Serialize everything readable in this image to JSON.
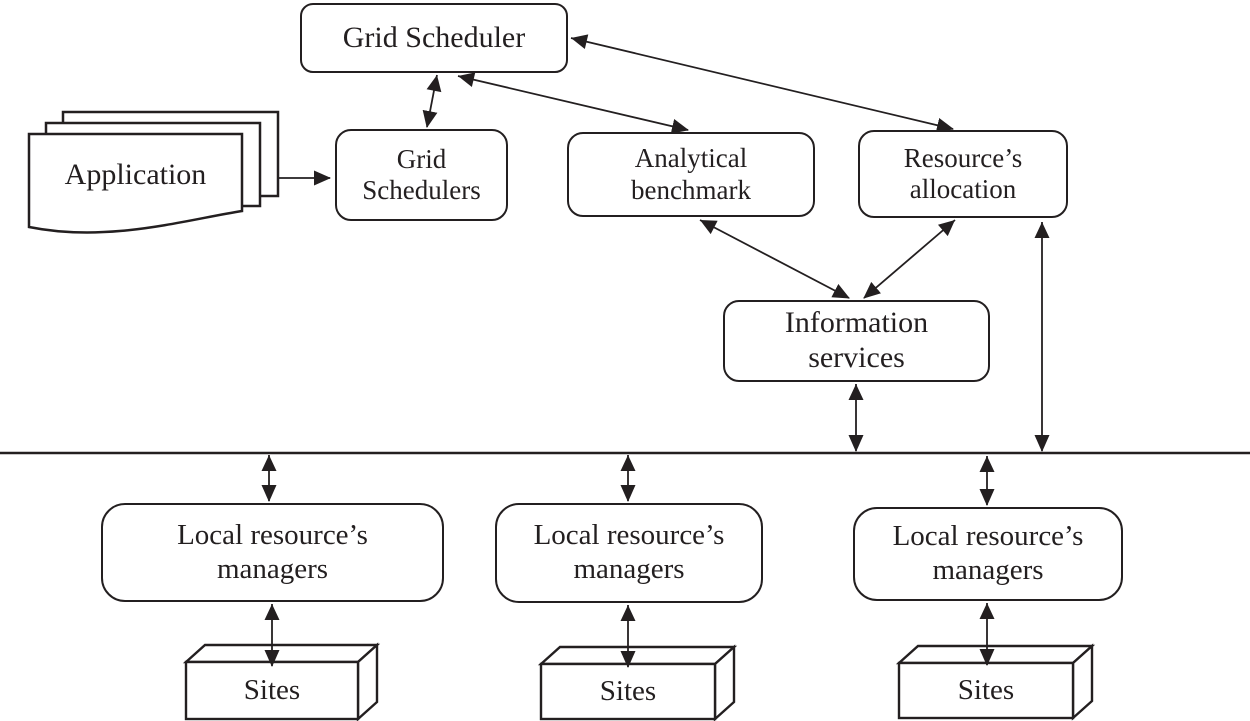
{
  "diagram": {
    "background": "#ffffff",
    "stroke_color": "#231f20",
    "nodes": {
      "grid_scheduler": {
        "label": "Grid Scheduler",
        "shape": "rounded-rectangle"
      },
      "application": {
        "label": "Application",
        "shape": "document-stack"
      },
      "grid_schedulers": {
        "label": "Grid Schedulers",
        "shape": "rounded-rectangle"
      },
      "analytical_benchmark": {
        "label": "Analytical benchmark",
        "shape": "rounded-rectangle"
      },
      "resources_allocation": {
        "label": "Resource’s allocation",
        "shape": "rounded-rectangle"
      },
      "information_services": {
        "label": "Information services",
        "shape": "rounded-rectangle"
      },
      "network_bus": {
        "label": "",
        "shape": "horizontal-line"
      },
      "local_resources_managers_1": {
        "label": "Local resource’s managers",
        "shape": "rounded-rectangle"
      },
      "local_resources_managers_2": {
        "label": "Local resource’s managers",
        "shape": "rounded-rectangle"
      },
      "local_resources_managers_3": {
        "label": "Local resource’s managers",
        "shape": "rounded-rectangle"
      },
      "sites_1": {
        "label": "Sites",
        "shape": "cuboid"
      },
      "sites_2": {
        "label": "Sites",
        "shape": "cuboid"
      },
      "sites_3": {
        "label": "Sites",
        "shape": "cuboid"
      }
    },
    "edges": [
      {
        "from": "application",
        "to": "grid_schedulers",
        "arrows": "one-way"
      },
      {
        "from": "grid_scheduler",
        "to": "grid_schedulers",
        "arrows": "two-way"
      },
      {
        "from": "grid_scheduler",
        "to": "analytical_benchmark",
        "arrows": "two-way"
      },
      {
        "from": "grid_scheduler",
        "to": "resources_allocation",
        "arrows": "two-way"
      },
      {
        "from": "analytical_benchmark",
        "to": "information_services",
        "arrows": "two-way"
      },
      {
        "from": "resources_allocation",
        "to": "information_services",
        "arrows": "two-way"
      },
      {
        "from": "information_services",
        "to": "network_bus",
        "arrows": "two-way"
      },
      {
        "from": "resources_allocation",
        "to": "network_bus",
        "arrows": "two-way"
      },
      {
        "from": "network_bus",
        "to": "local_resources_managers_1",
        "arrows": "two-way"
      },
      {
        "from": "network_bus",
        "to": "local_resources_managers_2",
        "arrows": "two-way"
      },
      {
        "from": "network_bus",
        "to": "local_resources_managers_3",
        "arrows": "two-way"
      },
      {
        "from": "local_resources_managers_1",
        "to": "sites_1",
        "arrows": "two-way"
      },
      {
        "from": "local_resources_managers_2",
        "to": "sites_2",
        "arrows": "two-way"
      },
      {
        "from": "local_resources_managers_3",
        "to": "sites_3",
        "arrows": "two-way"
      }
    ]
  }
}
